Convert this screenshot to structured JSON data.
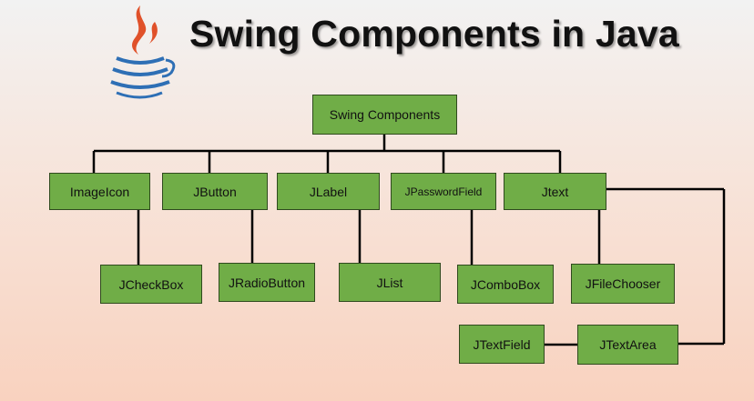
{
  "title": "Swing Components in Java",
  "colors": {
    "node_fill": "#70ad47",
    "node_border": "#2f4a1e",
    "line": "#000000"
  },
  "icons": {
    "logo": "java-coffee-cup-icon"
  },
  "tree": {
    "root": "Swing Components",
    "level1": [
      "ImageIcon",
      "JButton",
      "JLabel",
      "JPasswordField",
      "Jtext"
    ],
    "level2": [
      "JCheckBox",
      "JRadioButton",
      "JList",
      "JComboBox",
      "JFileChooser"
    ],
    "level3": [
      "JTextField",
      "JTextArea"
    ]
  }
}
